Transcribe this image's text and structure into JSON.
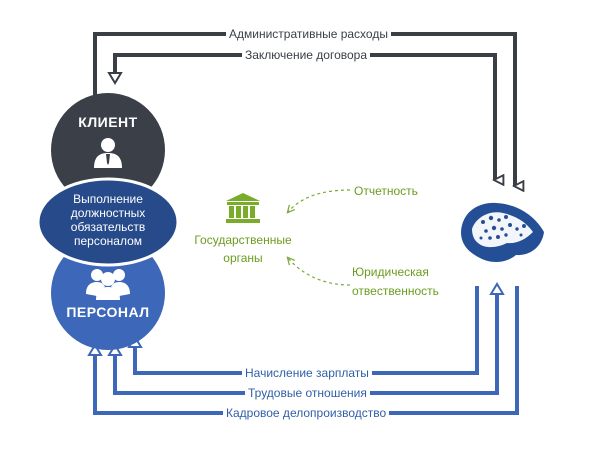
{
  "client": {
    "title": "КЛИЕНТ",
    "icon": "person-tie-icon",
    "color": "#3b4048"
  },
  "staff": {
    "title": "ПЕРСОНАЛ",
    "icon": "people-group-icon",
    "color": "#3d67b8"
  },
  "duties": {
    "lines": [
      "Выполнение",
      "должностных",
      "обязательств",
      "персоналом"
    ],
    "color": "#264a8a"
  },
  "top_flows": [
    "Административные расходы",
    "Заключение договора"
  ],
  "bottom_flows": [
    "Начисление зарплаты",
    "Трудовые отношения",
    "Кадровое делопроизводство"
  ],
  "government": {
    "icon": "bank-building-icon",
    "lines": [
      "Государственные",
      "органы"
    ],
    "color": "#78ac2a"
  },
  "gov_flows": {
    "reporting": [
      "Отчетность"
    ],
    "liability": [
      "Юридическая",
      "отвественность"
    ]
  },
  "company": {
    "icon": "leopard-logo-icon"
  },
  "colors": {
    "gray_arrows": "#3a3f45",
    "blue_arrows": "#3d67b8",
    "green": "#7aab3a"
  }
}
